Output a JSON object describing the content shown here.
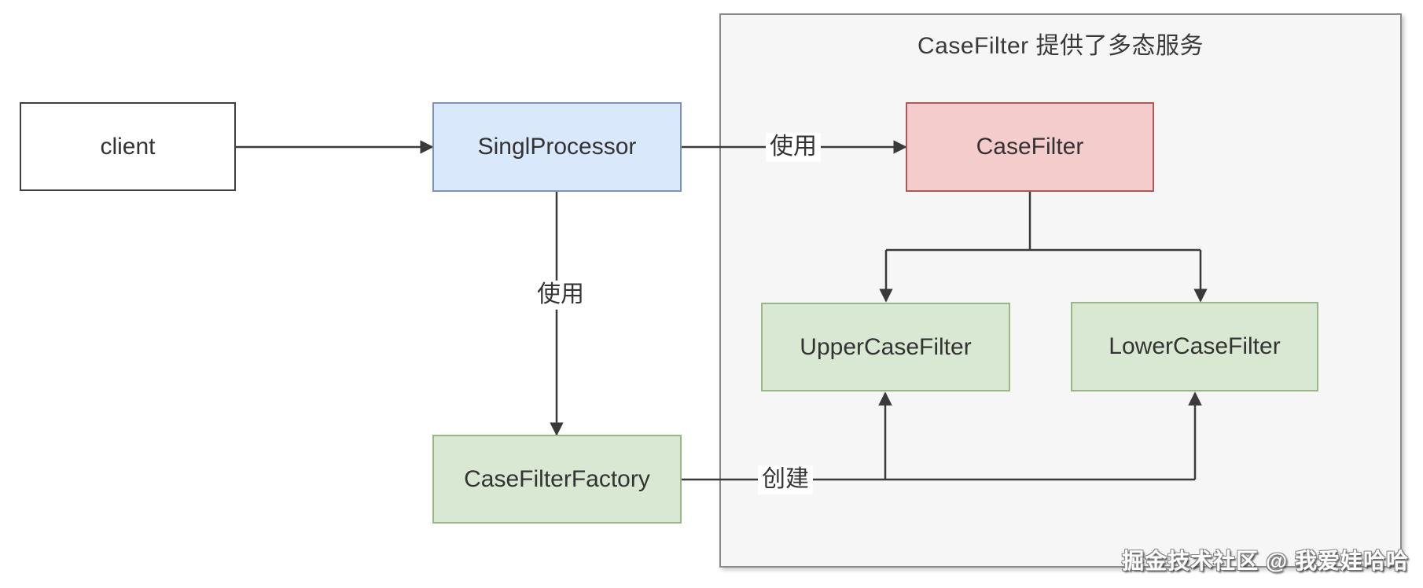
{
  "diagram": {
    "panel": {
      "title": "CaseFilter 提供了多态服务"
    },
    "nodes": {
      "client": {
        "label": "client"
      },
      "processor": {
        "label": "SinglProcessor"
      },
      "case_filter": {
        "label": "CaseFilter"
      },
      "upper_case_filter": {
        "label": "UpperCaseFilter"
      },
      "lower_case_filter": {
        "label": "LowerCaseFilter"
      },
      "factory": {
        "label": "CaseFilterFactory"
      }
    },
    "edge_labels": {
      "processor_uses_casefilter": "使用",
      "processor_uses_factory": "使用",
      "factory_creates": "创建"
    },
    "colors": {
      "client_fill": "#ffffff",
      "client_border": "#3f3f3f",
      "processor_fill": "#dae8fc",
      "processor_border": "#7c93bd",
      "case_filter_fill": "#f4cccb",
      "case_filter_border": "#ad5a54",
      "green_fill": "#d9e8d2",
      "green_border": "#97b883",
      "panel_fill": "#f6f6f6",
      "panel_border": "#8a8a8a",
      "line": "#3a3a3a"
    }
  },
  "watermark": {
    "text": "掘金技术社区 @ 我爱娃哈哈"
  }
}
